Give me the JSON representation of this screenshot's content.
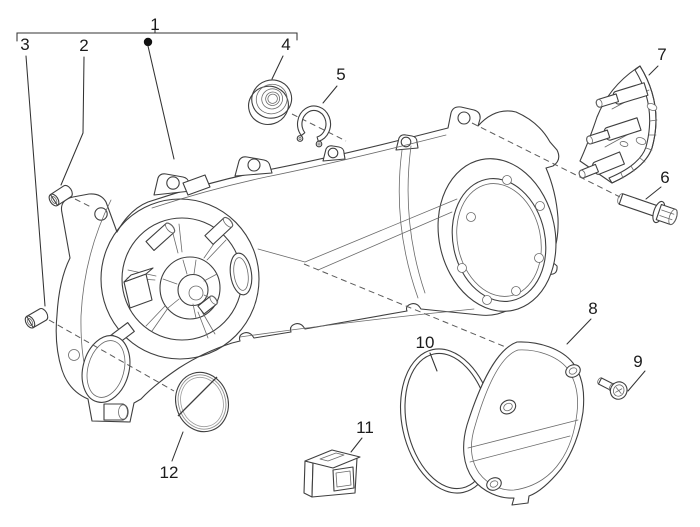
{
  "diagram": {
    "type": "exploded-parts-diagram",
    "subject": "scooter crankcase transmission cover assembly",
    "background_color": "#ffffff",
    "line_color": "#3f3f3f",
    "cap_fill_color": "#b0b0b0",
    "labels": {
      "p1": "1",
      "p2": "2",
      "p3": "3",
      "p4": "4",
      "p5": "5",
      "p6": "6",
      "p7": "7",
      "p8": "8",
      "p9": "9",
      "p10": "10",
      "p11": "11",
      "p12": "12"
    }
  }
}
